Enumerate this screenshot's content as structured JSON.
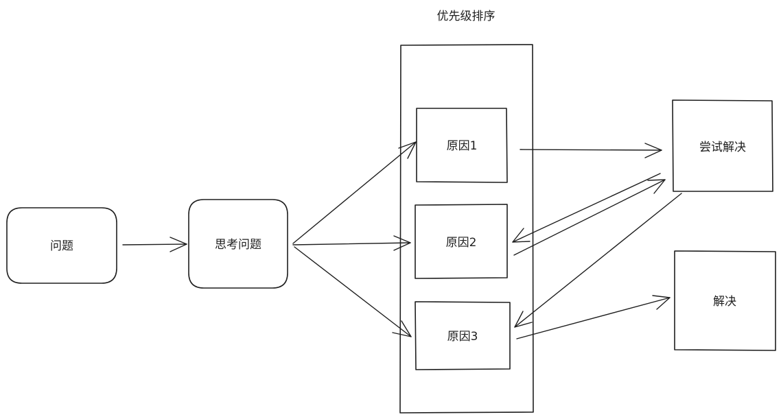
{
  "diagram": {
    "group_title": "优先级排序",
    "nodes": {
      "problem": "问题",
      "think": "思考问题",
      "cause1": "原因1",
      "cause2": "原因2",
      "cause3": "原因3",
      "try_solve": "尝试解决",
      "solve": "解决"
    },
    "edges": [
      {
        "from": "问题",
        "to": "思考问题"
      },
      {
        "from": "思考问题",
        "to": "原因1"
      },
      {
        "from": "思考问题",
        "to": "原因2"
      },
      {
        "from": "思考问题",
        "to": "原因3"
      },
      {
        "from": "原因1",
        "to": "尝试解决"
      },
      {
        "from": "尝试解决",
        "to": "原因2"
      },
      {
        "from": "原因2",
        "to": "尝试解决"
      },
      {
        "from": "尝试解决",
        "to": "原因3"
      },
      {
        "from": "原因3",
        "to": "解决"
      }
    ],
    "colors": {
      "stroke": "#1e1e1e",
      "background": "#ffffff"
    }
  }
}
